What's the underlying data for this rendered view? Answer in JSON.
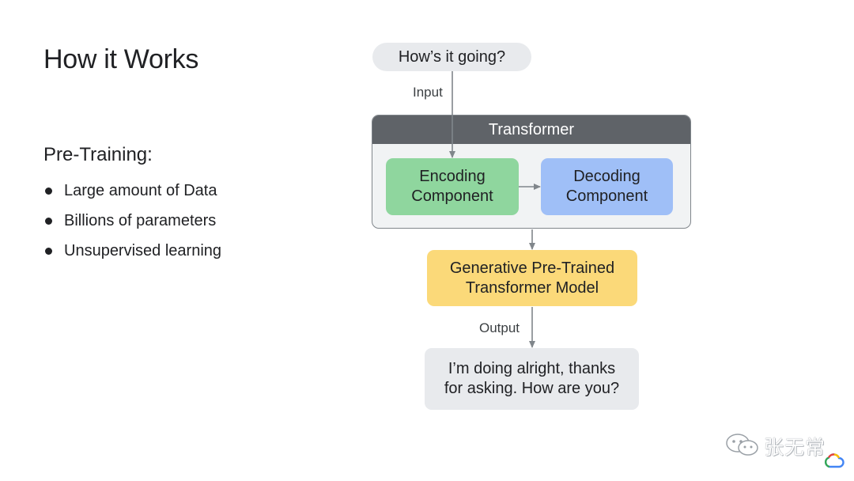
{
  "slide": {
    "title": "How it Works"
  },
  "pretraining": {
    "heading": "Pre-Training:",
    "bullets": [
      "Large amount of Data",
      "Billions of parameters",
      "Unsupervised learning"
    ]
  },
  "diagram": {
    "input_text": "How’s it going?",
    "input_label": "Input",
    "transformer_label": "Transformer",
    "encoding_line1": "Encoding",
    "encoding_line2": "Component",
    "decoding_line1": "Decoding",
    "decoding_line2": "Component",
    "gpt_line1": "Generative Pre-Trained",
    "gpt_line2": "Transformer Model",
    "output_label": "Output",
    "output_line1": "I’m doing alright, thanks",
    "output_line2": "for asking. How are you?"
  },
  "watermark": {
    "text": "张无常",
    "icon": "wechat-icon",
    "logo": "google-cloud-icon"
  },
  "colors": {
    "encoding": "#8fd69e",
    "decoding": "#9fbff7",
    "gpt": "#fbd979",
    "pill": "#e8eaed",
    "transformer_header": "#5f6368"
  }
}
